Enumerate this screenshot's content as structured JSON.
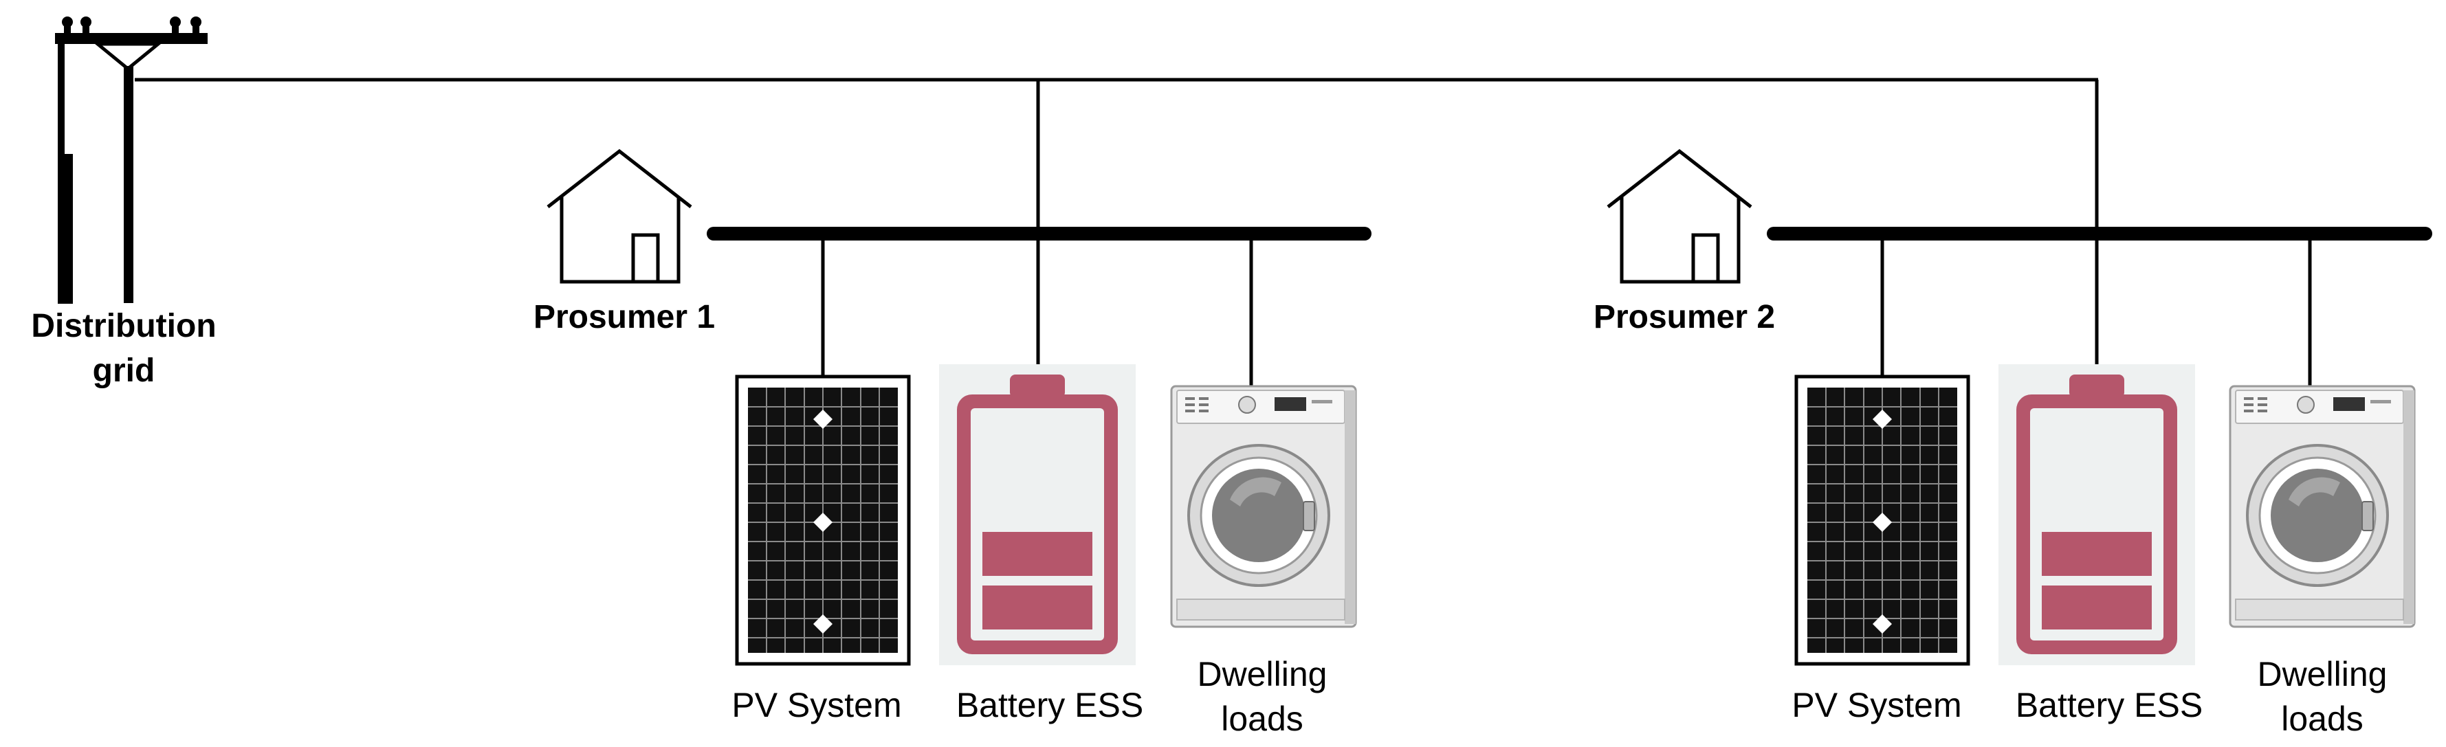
{
  "grid": {
    "label_line1": "Distribution",
    "label_line2": "grid"
  },
  "prosumers": [
    {
      "name": "Prosumer 1",
      "pv_label": "PV System",
      "battery_label": "Battery ESS",
      "loads_label_line1": "Dwelling",
      "loads_label_line2": "loads"
    },
    {
      "name": "Prosumer 2",
      "pv_label": "PV System",
      "battery_label": "Battery ESS",
      "loads_label_line1": "Dwelling",
      "loads_label_line2": "loads"
    }
  ],
  "icons": {
    "pole": "utility-pole-icon",
    "house": "house-icon",
    "pv": "solar-panel-icon",
    "battery": "battery-icon",
    "loads": "washing-machine-icon"
  },
  "colors": {
    "line": "#000000",
    "battery": "#b5566b",
    "battery_bg": "#eef1f1",
    "panel": "#111111"
  }
}
